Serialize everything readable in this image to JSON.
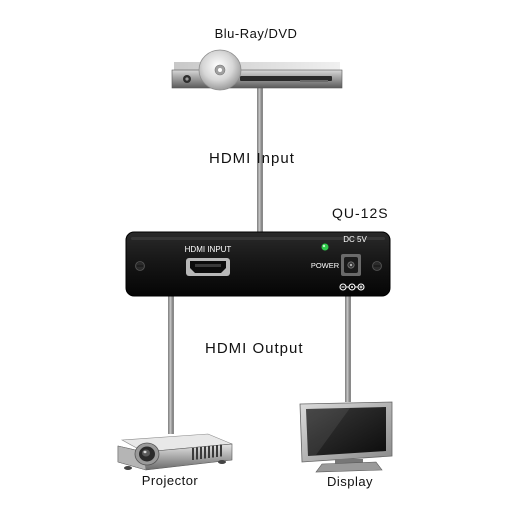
{
  "diagram": {
    "source_device": "Blu-Ray/DVD",
    "input_link": "HDMI Input",
    "model": "QU-12S",
    "output_link": "HDMI Output",
    "sink_1": "Projector",
    "sink_2": "Display"
  },
  "device_panel": {
    "port_label": "HDMI INPUT",
    "power_label": "POWER",
    "dc_label": "DC 5V",
    "power_led_color": "#2ec94a"
  }
}
